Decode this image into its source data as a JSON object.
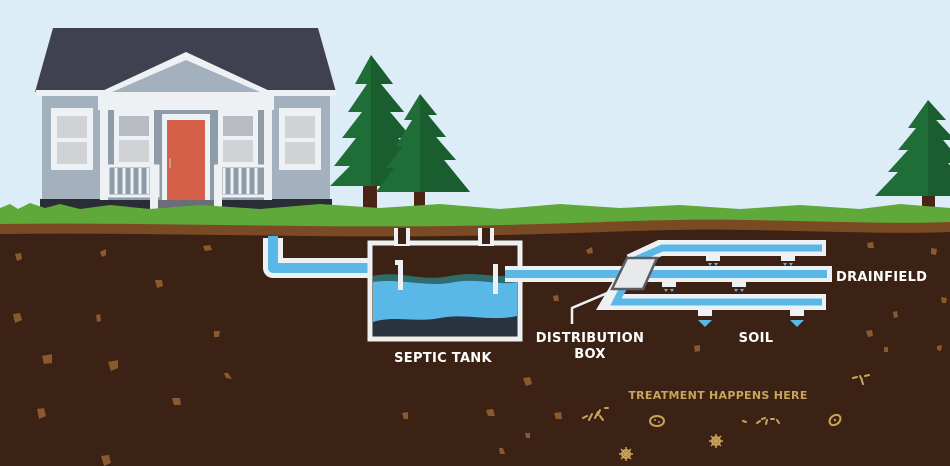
{
  "diagram": {
    "title": "Septic System",
    "labels": {
      "septic_tank": "SEPTIC TANK",
      "distribution_box_line1": "DISTRIBUTION",
      "distribution_box_line2": "BOX",
      "drainfield": "DRAINFIELD",
      "soil": "SOIL",
      "treatment": "TREATMENT HAPPENS HERE"
    },
    "colors": {
      "sky": "#dcedf8",
      "grass": "#5fa83a",
      "topsoil": "#7a4a25",
      "soil": "#3b2215",
      "rock": "#8a5a2e",
      "water": "#5ab8e8",
      "pipe": "#eef1f4",
      "sludge": "#2c3340",
      "scum": "#2f6d6d",
      "roof": "#3f4150",
      "siding": "#a3b1bf",
      "door": "#d4604a",
      "tree": "#1f6d37",
      "trunk": "#4a2414",
      "microbe": "#c9a45a"
    },
    "components": [
      "house",
      "inlet pipe",
      "septic tank",
      "outlet pipe",
      "distribution box",
      "drainfield laterals",
      "soil",
      "microbes"
    ]
  }
}
